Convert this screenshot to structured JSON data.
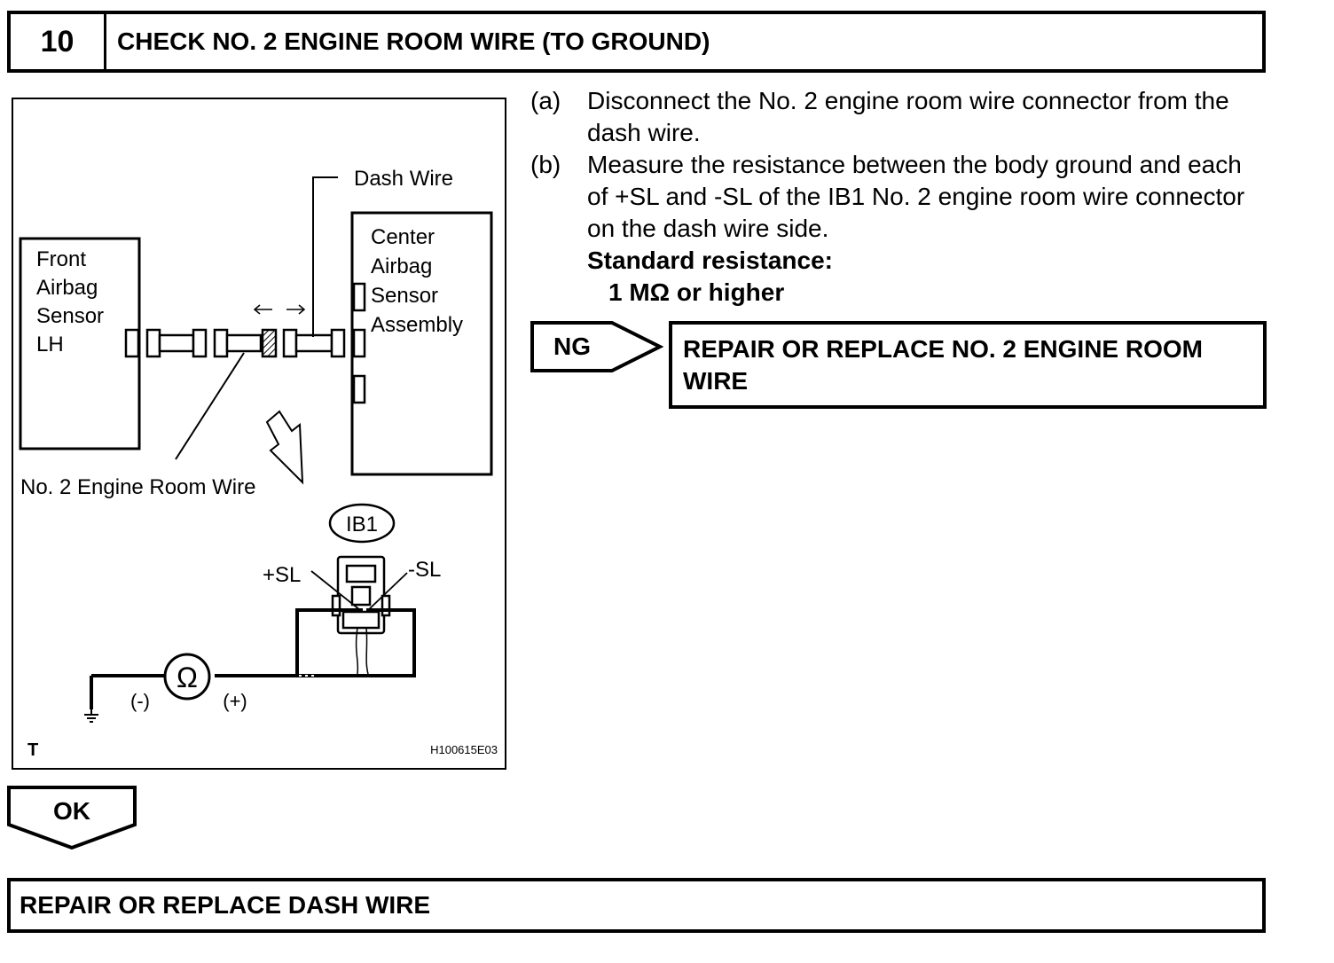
{
  "header": {
    "step_number": "10",
    "title": "CHECK NO. 2 ENGINE ROOM WIRE (TO GROUND)"
  },
  "figure": {
    "dash_wire_label": "Dash Wire",
    "front_sensor_label": [
      "Front",
      "Airbag",
      "Sensor",
      "LH"
    ],
    "center_sensor_label": [
      "Center",
      "Airbag",
      "Sensor",
      "Assembly"
    ],
    "engine_room_wire_label": "No. 2 Engine Room Wire",
    "connector_label": "IB1",
    "plus_sl_label": "+SL",
    "minus_sl_label": "-SL",
    "ohm_symbol": "Ω",
    "minus_lead_label": "(-)",
    "plus_lead_label": "(+)",
    "corner_label": "T",
    "figure_id": "H100615E03"
  },
  "instructions": {
    "step_a_label": "(a)",
    "step_a_text": "Disconnect the No. 2 engine room wire connector from the dash wire.",
    "step_b_label": "(b)",
    "step_b_text": "Measure the resistance between the body ground and each of +SL and -SL of the IB1 No. 2 engine room wire connector on the dash wire side.",
    "standard_label": "Standard resistance:",
    "standard_value": "1 MΩ or higher"
  },
  "ng": {
    "label": "NG",
    "action": "REPAIR OR REPLACE NO. 2 ENGINE ROOM WIRE"
  },
  "ok": {
    "label": "OK",
    "action": "REPAIR OR REPLACE DASH WIRE"
  }
}
